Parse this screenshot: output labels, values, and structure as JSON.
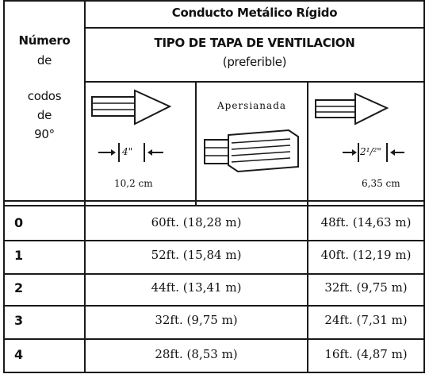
{
  "table": {
    "title": "Conducto Metálico Rígido",
    "subtitle_line1": "TIPO DE TAPA DE VENTILACION",
    "subtitle_line2": "(preferible)",
    "row_header": [
      "Número",
      "de",
      "codos",
      "de",
      "90°"
    ],
    "col1": {
      "width_label": "4\"",
      "metric_label": "10,2 cm",
      "icon": "vent-cap-arrow-icon"
    },
    "col2": {
      "label": "Apersianada",
      "icon": "louvered-vent-icon"
    },
    "col3": {
      "width_label": "2¹/²\"",
      "metric_label": "6,35 cm",
      "icon": "vent-cap-arrow-icon"
    },
    "rows": [
      {
        "elbows": "0",
        "value_4in": "60ft. (18,28 m)",
        "value_2in": "48ft. (14,63 m)"
      },
      {
        "elbows": "1",
        "value_4in": "52ft. (15,84 m)",
        "value_2in": "40ft. (12,19 m)"
      },
      {
        "elbows": "2",
        "value_4in": "44ft. (13,41 m)",
        "value_2in": "32ft. (9,75 m)"
      },
      {
        "elbows": "3",
        "value_4in": "32ft. (9,75 m)",
        "value_2in": "24ft. (7,31 m)"
      },
      {
        "elbows": "4",
        "value_4in": "28ft. (8,53 m)",
        "value_2in": "16ft. (4,87 m)"
      }
    ]
  }
}
